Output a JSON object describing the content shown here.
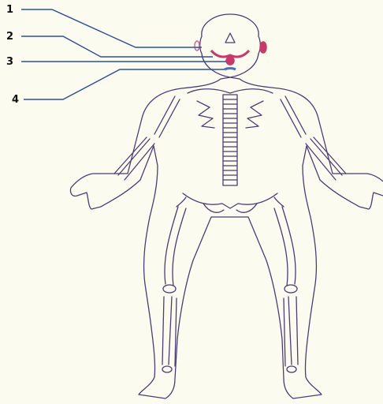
{
  "labels": [
    {
      "id": "1",
      "text": "1"
    },
    {
      "id": "2",
      "text": "2"
    },
    {
      "id": "3",
      "text": "3"
    },
    {
      "id": "4",
      "text": "4"
    }
  ],
  "colors": {
    "background": "#fcfbf0",
    "outline": "#4a3d78",
    "leader_line": "#2f4f9e",
    "gland": "#c9386a"
  }
}
